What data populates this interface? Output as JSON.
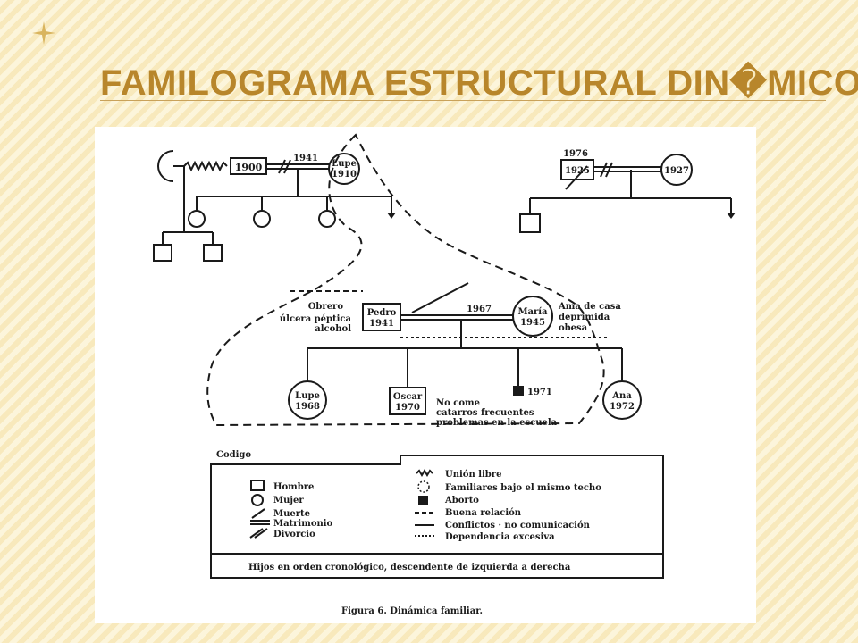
{
  "slide": {
    "title": "FAMILOGRAMA ESTRUCTURAL DIN�MICO"
  },
  "genogram": {
    "top_left": {
      "male_year": "1900",
      "union_year": "1941",
      "female_name": "Lupe",
      "female_year": "1910"
    },
    "top_right": {
      "divorce_year": "1976",
      "male_year": "1925",
      "female_year": "1927"
    },
    "father": {
      "note_1": "Obrero",
      "note_2": "úlcera péptica",
      "note_3": "alcohol",
      "name": "Pedro",
      "year": "1941"
    },
    "marriage_year": "1967",
    "mother": {
      "name": "María",
      "year": "1945",
      "note_1": "Ama de casa",
      "note_2": "deprimida",
      "note_3": "obesa"
    },
    "children": [
      {
        "name": "Lupe",
        "year": "1968"
      },
      {
        "name": "Oscar",
        "year": "1970"
      },
      {
        "name": "",
        "year": "1971"
      },
      {
        "name": "Ana",
        "year": "1972"
      }
    ],
    "oscar_notes": [
      "No come",
      "catarros frecuentes",
      "problemas en la escuela"
    ]
  },
  "legend": {
    "title": "Codigo",
    "left_items": [
      "Hombre",
      "Mujer",
      "Muerte",
      "Matrimonio",
      "Divorcio"
    ],
    "right_items": [
      "Unión libre",
      "Familiares bajo el mismo techo",
      "Aborto",
      "Buena relación",
      "Conflictos · no comunicación",
      "Dependencia excesiva"
    ],
    "footer": "Hijos en orden cronológico, descendente de izquierda a derecha"
  },
  "caption": "Figura 6.  Dinámica familiar.",
  "colors": {
    "title": "#b8862b",
    "background": "#fbefc7",
    "ink": "#1a1a1a"
  }
}
